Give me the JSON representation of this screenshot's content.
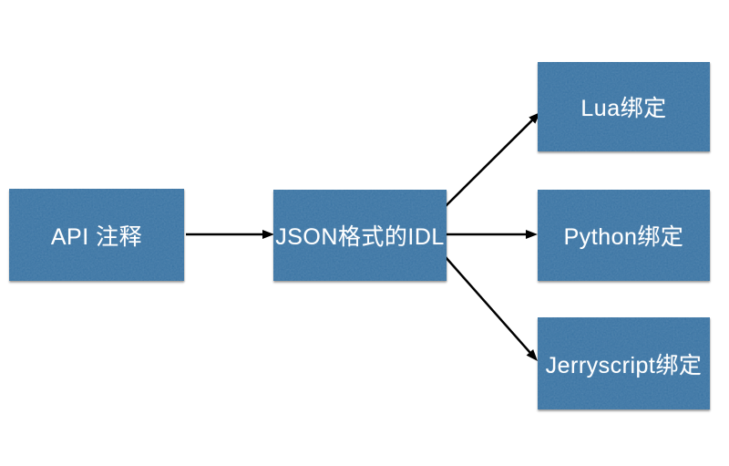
{
  "diagram": {
    "title": "",
    "nodes": {
      "api": {
        "label": "API 注释"
      },
      "idl": {
        "label": "JSON格式的IDL"
      },
      "lua": {
        "label": "Lua绑定"
      },
      "python": {
        "label": "Python绑定"
      },
      "jerryscript": {
        "label": "Jerryscript绑定"
      }
    },
    "edges": [
      {
        "from": "api",
        "to": "idl"
      },
      {
        "from": "idl",
        "to": "lua"
      },
      {
        "from": "idl",
        "to": "python"
      },
      {
        "from": "idl",
        "to": "jerryscript"
      }
    ],
    "colors": {
      "node_fill": "#2f6c9e",
      "node_text": "#ffffff",
      "arrow": "#000000",
      "background": "#ffffff"
    }
  }
}
